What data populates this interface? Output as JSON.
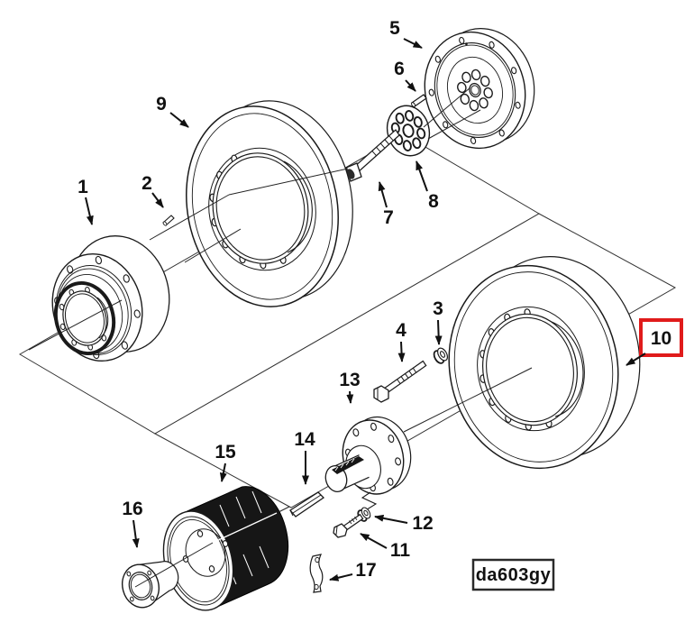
{
  "diagram": {
    "code_label": "da603gy",
    "highlighted_part": "10",
    "highlight_color": "#e01b1b",
    "line_color": "#1a1a1a",
    "background_color": "#ffffff"
  },
  "callouts": [
    {
      "label": "1"
    },
    {
      "label": "2"
    },
    {
      "label": "3"
    },
    {
      "label": "4"
    },
    {
      "label": "5"
    },
    {
      "label": "6"
    },
    {
      "label": "7"
    },
    {
      "label": "8"
    },
    {
      "label": "9"
    },
    {
      "label": "10",
      "highlighted": true
    },
    {
      "label": "11"
    },
    {
      "label": "12"
    },
    {
      "label": "13"
    },
    {
      "label": "14"
    },
    {
      "label": "15"
    },
    {
      "label": "16"
    },
    {
      "label": "17"
    }
  ]
}
